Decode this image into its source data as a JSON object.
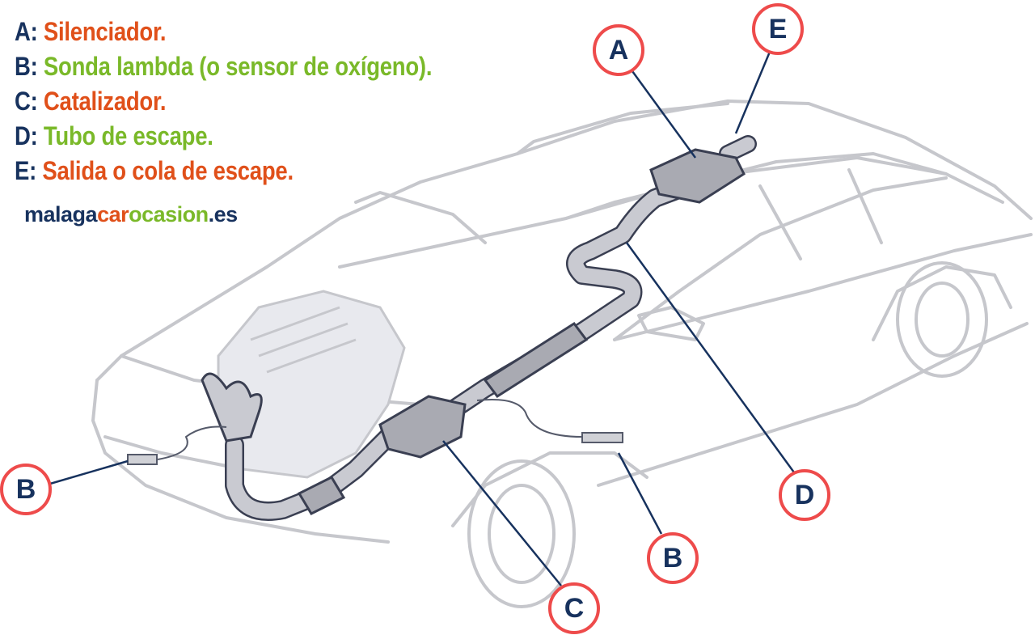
{
  "legend": [
    {
      "key": "A:",
      "text": "Silenciador.",
      "color": "orange"
    },
    {
      "key": "B:",
      "text": "Sonda lambda (o sensor de oxígeno).",
      "color": "green"
    },
    {
      "key": "C:",
      "text": "Catalizador.",
      "color": "orange"
    },
    {
      "key": "D:",
      "text": "Tubo de escape.",
      "color": "green"
    },
    {
      "key": "E:",
      "text": "Salida o cola de escape.",
      "color": "orange"
    }
  ],
  "logo": {
    "part1": "malaga",
    "part2": "car",
    "part3": "ocasion",
    "part4": ".es"
  },
  "callouts": {
    "a": "A",
    "b_left": "B",
    "b_right": "B",
    "c": "C",
    "d": "D",
    "e": "E"
  },
  "colors": {
    "navy": "#17325e",
    "orange": "#e0501a",
    "green": "#7ab929",
    "ring": "#ee4b4b",
    "car": "#c6c7cc",
    "pipe": "#a9aab2"
  }
}
